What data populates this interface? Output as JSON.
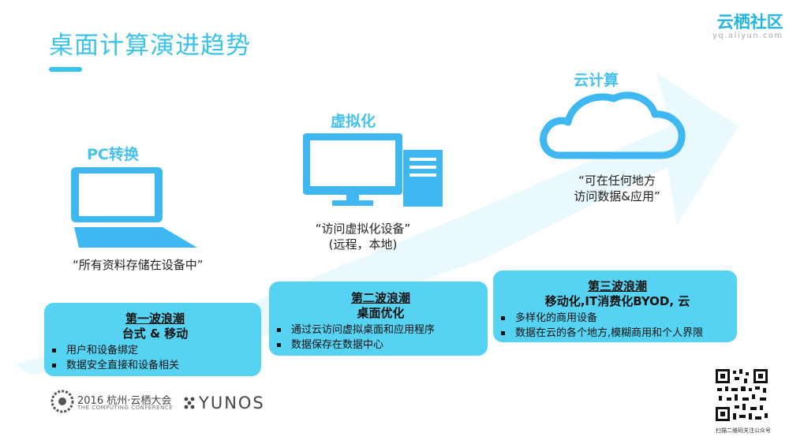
{
  "title": "桌面计算演进趋势",
  "brand": {
    "name": "云栖社区",
    "url": "yq.aliyun.com"
  },
  "stages": [
    {
      "label": "PC转换",
      "icon": "laptop-icon",
      "quote": "“所有资料存储在设备中”"
    },
    {
      "label": "虚拟化",
      "icon": "desktop-computer-icon",
      "quote_lines": [
        "“访问虚拟化设备”",
        "(远程，本地)"
      ]
    },
    {
      "label": "云计算",
      "icon": "cloud-icon",
      "quote_lines": [
        "“可在任何地方",
        "访问数据&应用”"
      ]
    }
  ],
  "waves": [
    {
      "title": "第一波浪潮",
      "subtitle": "台式 & 移动",
      "items": [
        "用户和设备绑定",
        "数据安全直接和设备相关"
      ]
    },
    {
      "title": "第二波浪潮",
      "subtitle": "桌面优化",
      "items": [
        "通过云访问虚拟桌面和应用程序",
        "数据保存在数据中心"
      ]
    },
    {
      "title": "第三波浪潮",
      "subtitle": "移动化,IT消费化BYOD, 云",
      "items": [
        "多样化的商用设备",
        "数据在云的各个地方,模糊商用和个人界限"
      ]
    }
  ],
  "footer": {
    "event": "2016 杭州·云栖大会",
    "event_sub": "THE COMPUTING CONFERENCE",
    "yunos": "YUNOS",
    "qr_caption": "扫描二维码关注公众号"
  },
  "colors": {
    "accent": "#3cc3eb",
    "box": "#56d3f2",
    "icon": "#3fb8f2",
    "arrow": "#e8f9fd"
  }
}
